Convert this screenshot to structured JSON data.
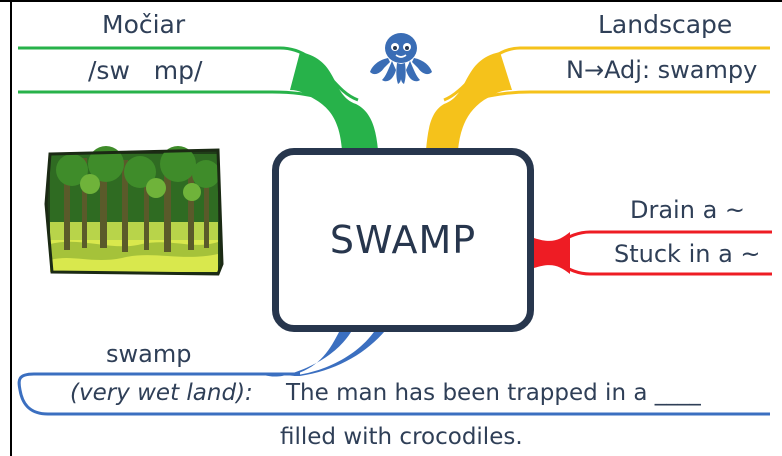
{
  "center": {
    "title": "SWAMP"
  },
  "green_branch": {
    "top": "Močiar",
    "bottom": "/sw   mp/"
  },
  "yellow_branch": {
    "top": "Landscape",
    "bottom": "N→Adj: swampy"
  },
  "red_branch": {
    "top": "Drain a ~",
    "bottom": "Stuck in a ~"
  },
  "blue_branch": {
    "word": "swamp",
    "definition": "(very wet land):",
    "sentence_line1": "The man has been trapped in a ____",
    "sentence_line2": "filled with crocodiles."
  },
  "colors": {
    "green": "#27b24a",
    "yellow": "#f5c21b",
    "red": "#ee1c24",
    "blue": "#3b6fc0",
    "navy": "#27364d",
    "octopus": "#3a6db5"
  },
  "icons": [
    "octopus-icon",
    "swamp-illustration"
  ]
}
